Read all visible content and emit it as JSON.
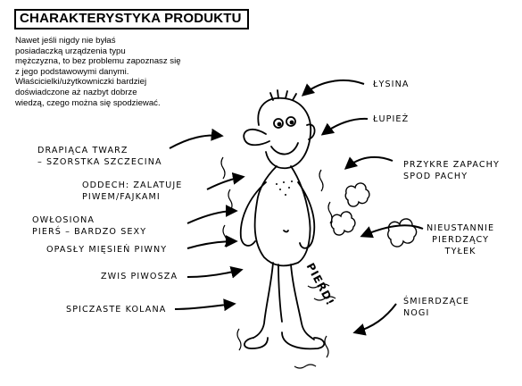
{
  "title": "CHARAKTERYSTYKA PRODUKTU",
  "intro": [
    "Nawet jeśli nigdy nie byłaś",
    "posiadaczką urządzenia typu",
    "mężczyzna, to bez problemu zapoznasz się",
    "z jego podstawowymi danymi.",
    "Właścicielki/użytkowniczki bardziej",
    "doświadczone aż nazbyt dobrze",
    "wiedzą, czego można się spodziewać."
  ],
  "labels": {
    "lysina": "ŁYSINA",
    "lupiez": "ŁUPIEŻ",
    "zapachy": [
      "PRZYKRE ZAPACHY",
      "SPOD PACHY"
    ],
    "pierdzacy": [
      "NIEUSTANNIE",
      "PIERDZĄCY",
      "TYŁEK"
    ],
    "nogi": [
      "ŚMIERDZĄCE",
      "NOGI"
    ],
    "twarz": [
      "DRAPIĄCA TWARZ",
      "– SZORSTKA SZCZECINA"
    ],
    "oddech": [
      "ODDECH: ZALATUJE",
      "PIWEM/FAJKAMI"
    ],
    "piers": [
      "OWŁOSIONA",
      "PIERŚ – BARDZO SEXY"
    ],
    "miesien": "OPASŁY MIĘSIEŃ PIWNY",
    "zwis": "ZWIS PIWOSZA",
    "kolana": "SPICZASTE KOLANA"
  },
  "sound_effect": "PIERD!"
}
